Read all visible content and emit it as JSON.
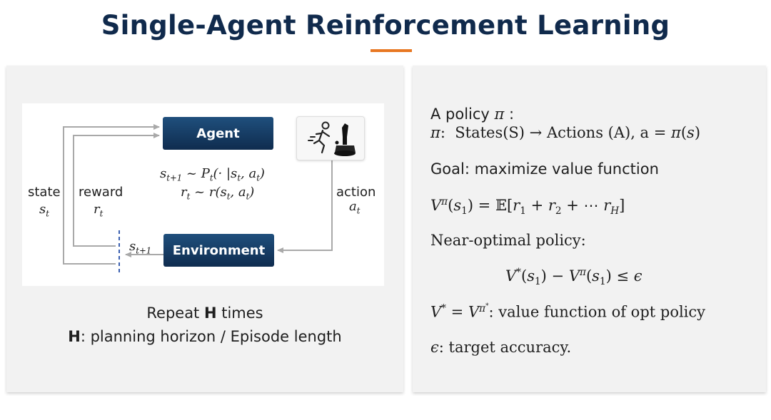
{
  "title": "Single-Agent Reinforcement Learning",
  "left": {
    "nodes": {
      "agent": "Agent",
      "environment": "Environment"
    },
    "labels": {
      "state": "state",
      "state_sym": "s",
      "state_sub": "t",
      "reward": "reward",
      "reward_sym": "r",
      "reward_sub": "t",
      "action": "action",
      "action_sym": "a",
      "action_sub": "t",
      "next_state_sym": "s",
      "next_state_sub": "t+1"
    },
    "equations": {
      "transition": "sₜ₊₁ ~ Pₜ(· |sₜ, aₜ)",
      "reward": "rₜ ~ r(sₜ, aₜ)"
    },
    "caption": {
      "line1_prefix": "Repeat ",
      "line1_bold": "H",
      "line1_suffix": " times",
      "line2_bold": "H",
      "line2_suffix": ": planning horizon / Episode length"
    },
    "icons": [
      "runner-icon",
      "joystick-icon"
    ]
  },
  "right": {
    "policy_intro": "A policy π :",
    "policy_def": "π:  States(S) → Actions (A), a = π(s)",
    "goal": "Goal: maximize value function",
    "value_fn": "Vπ(s₁) = 𝔼[r₁ + r₂ + ⋯ rΗ]",
    "near_optimal": "Near-optimal policy:",
    "near_optimal_eq": "V*(s₁) − Vπ(s₁) ≤ ε",
    "opt_value": "V* = Vπ*: value function of opt policy",
    "accuracy": "ε: target accuracy."
  },
  "colors": {
    "title": "#102a4c",
    "accent": "#e87722",
    "node_top": "#1f4f7d",
    "node_bottom": "#0f2c4f",
    "arrow": "#a9a9a9",
    "dashed": "#3a5fb0",
    "panel": "#f2f2f2"
  }
}
